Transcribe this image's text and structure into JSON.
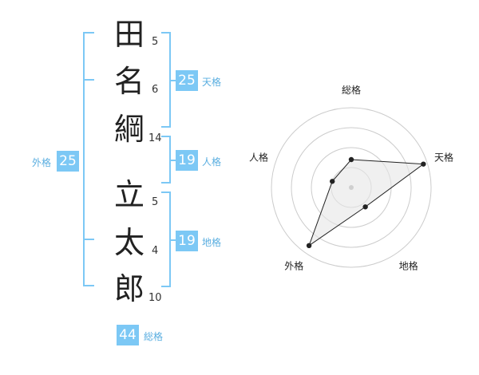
{
  "characters": [
    {
      "char": "田",
      "strokes": "5"
    },
    {
      "char": "名",
      "strokes": "6"
    },
    {
      "char": "綱",
      "strokes": "14"
    },
    {
      "char": "立",
      "strokes": "5"
    },
    {
      "char": "太",
      "strokes": "4"
    },
    {
      "char": "郎",
      "strokes": "10"
    }
  ],
  "scores": {
    "tenkaku": {
      "value": "25",
      "label": "天格"
    },
    "jinkaku": {
      "value": "19",
      "label": "人格"
    },
    "chikaku": {
      "value": "19",
      "label": "地格"
    },
    "gaikaku": {
      "value": "25",
      "label": "外格"
    },
    "soukaku": {
      "value": "44",
      "label": "総格"
    }
  },
  "chart_data": {
    "type": "radar",
    "axes": [
      "総格",
      "天格",
      "地格",
      "外格",
      "人格"
    ],
    "values": [
      0.35,
      0.95,
      0.3,
      0.9,
      0.25
    ],
    "range": [
      0,
      1
    ],
    "rings": 4,
    "grid": true
  },
  "colors": {
    "accent": "#7cc8f5",
    "label": "#5aaee0"
  }
}
